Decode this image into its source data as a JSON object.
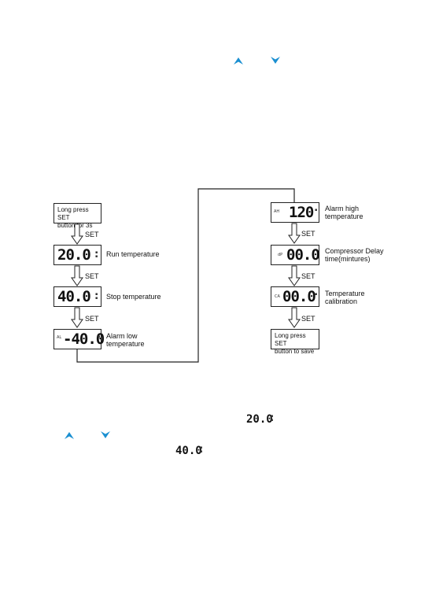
{
  "flow": {
    "start_box": [
      "Long press SET",
      "button for 3s"
    ],
    "set_label": "SET",
    "run": {
      "display": "20.0",
      "label": "Run temperature"
    },
    "stop": {
      "display": "40.0",
      "label": "Stop temperature"
    },
    "alarm_low": {
      "prefix": "AL",
      "display": "-40.0",
      "label": [
        "Alarm low",
        "temperature"
      ]
    },
    "alarm_high": {
      "prefix": "AH",
      "display": "120",
      "label": [
        "Alarm high",
        "temperature"
      ]
    },
    "compressor": {
      "prefix": "dP",
      "display": "00.0",
      "label": [
        "Compressor Delay",
        "time(mintures)"
      ]
    },
    "calibration": {
      "prefix": "CA",
      "display": "00.0",
      "label": [
        "Temperature",
        "calibration"
      ]
    },
    "end_box": [
      "Long press SET",
      "button to save"
    ]
  },
  "inline": {
    "display_1": "20.0",
    "display_2": "40.0"
  },
  "colors": {
    "accent": "#1a8fd1",
    "line": "#222222"
  }
}
